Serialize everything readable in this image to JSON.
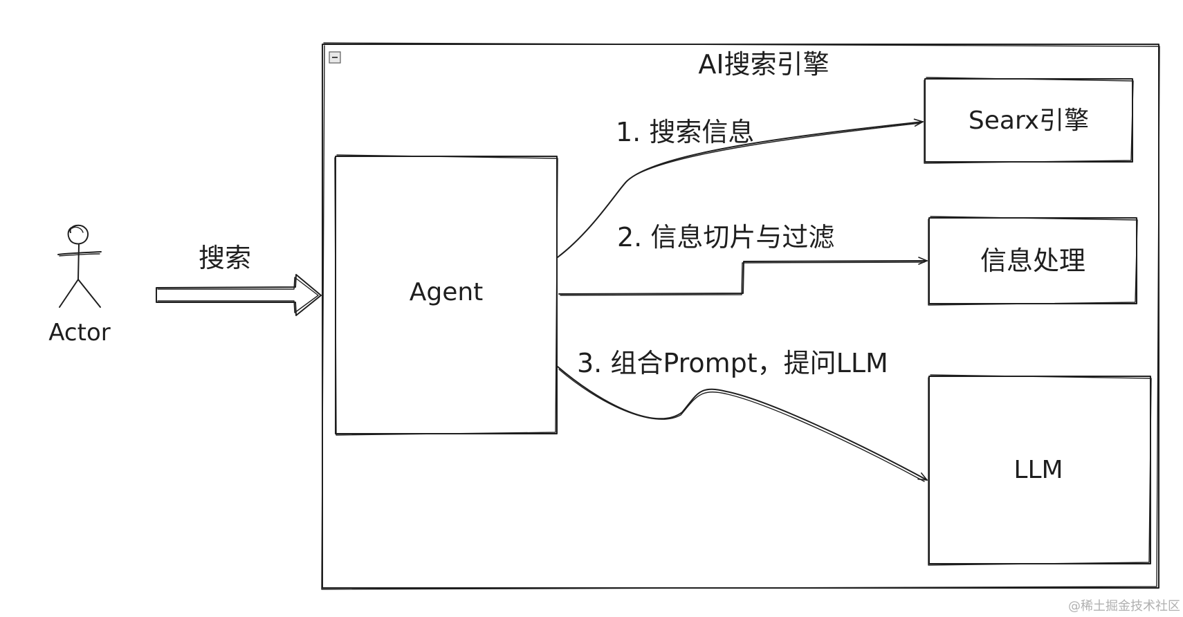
{
  "actor": {
    "label": "Actor"
  },
  "search_arrow": {
    "label": "搜索"
  },
  "container": {
    "title": "AI搜索引擎",
    "collapse_glyph": "−"
  },
  "agent": {
    "label": "Agent"
  },
  "nodes": {
    "searx": "Searx引擎",
    "info_processing": "信息处理",
    "llm": "LLM"
  },
  "edges": {
    "step1": "1. 搜索信息",
    "step2": "2. 信息切片与过滤",
    "step3": "3. 组合Prompt，提问LLM"
  },
  "watermark": "@稀土掘金技术社区",
  "colors": {
    "stroke": "#1e1e1e",
    "background": "#ffffff",
    "watermark": "#b0b0b0"
  }
}
